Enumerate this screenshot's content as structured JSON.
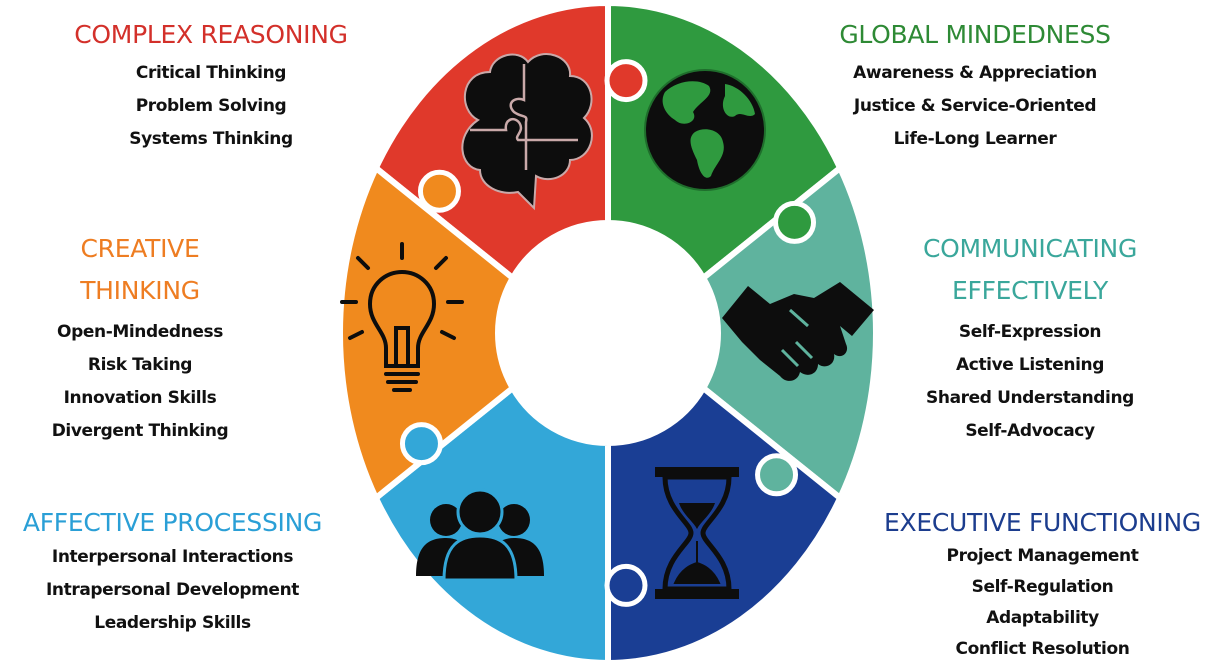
{
  "colors": {
    "complex_reasoning": "#e0392b",
    "global_mindedness": "#2f9a3f",
    "communicating": "#5fb39e",
    "executive": "#1a3e94",
    "affective": "#33a7d8",
    "creative": "#f08a1e",
    "icon": "#0d0d0d"
  },
  "icons": {
    "complex_reasoning": "brain-puzzle-icon",
    "global_mindedness": "globe-icon",
    "communicating": "handshake-icon",
    "executive": "hourglass-icon",
    "affective": "people-group-icon",
    "creative": "lightbulb-icon"
  },
  "complex_reasoning": {
    "title": "COMPLEX REASONING",
    "items": [
      "Critical Thinking",
      "Problem Solving",
      "Systems Thinking"
    ]
  },
  "global_mindedness": {
    "title": "GLOBAL MINDEDNESS",
    "items": [
      "Awareness & Appreciation",
      "Justice & Service-Oriented",
      "Life-Long Learner"
    ]
  },
  "communicating": {
    "title_line1": "COMMUNICATING",
    "title_line2": "EFFECTIVELY",
    "items": [
      "Self-Expression",
      "Active Listening",
      "Shared Understanding",
      "Self-Advocacy"
    ]
  },
  "executive": {
    "title": "EXECUTIVE FUNCTIONING",
    "items": [
      "Project Management",
      "Self-Regulation",
      "Adaptability",
      "Conflict Resolution"
    ]
  },
  "affective": {
    "title": "AFFECTIVE PROCESSING",
    "items": [
      "Interpersonal Interactions",
      "Intrapersonal Development",
      "Leadership Skills"
    ]
  },
  "creative": {
    "title_line1": "CREATIVE",
    "title_line2": "THINKING",
    "items": [
      "Open-Mindedness",
      "Risk Taking",
      "Innovation Skills",
      "Divergent Thinking"
    ]
  }
}
